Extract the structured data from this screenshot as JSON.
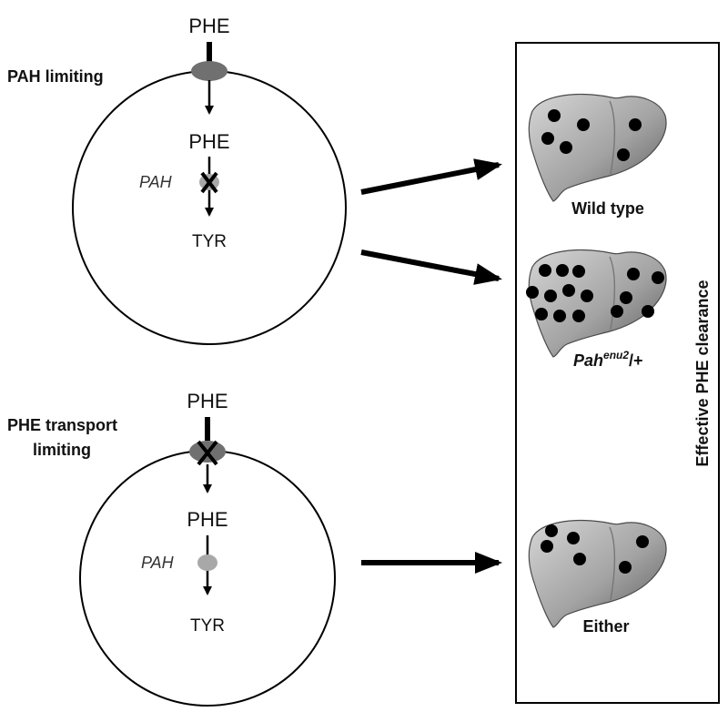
{
  "top_panel": {
    "title": "PAH limiting",
    "input_label": "PHE",
    "inner_label": "PHE",
    "enzyme_label": "PAH",
    "product_label": "TYR"
  },
  "bottom_panel": {
    "title_line1": "PHE transport",
    "title_line2": "limiting",
    "input_label": "PHE",
    "inner_label": "PHE",
    "enzyme_label": "PAH",
    "product_label": "TYR"
  },
  "livers": [
    {
      "label": "Wild type"
    },
    {
      "label_base": "Pah",
      "label_sup": "enu2",
      "label_suffix": "/+"
    },
    {
      "label": "Either"
    }
  ],
  "box_label": "Effective PHE clearance",
  "colors": {
    "line": "#000000",
    "membrane_protein": "#707070",
    "enzyme": "#a8a8a8",
    "liver_light": "#c9c9c9",
    "liver_dark": "#5f5f5f",
    "spot": "#000000"
  }
}
